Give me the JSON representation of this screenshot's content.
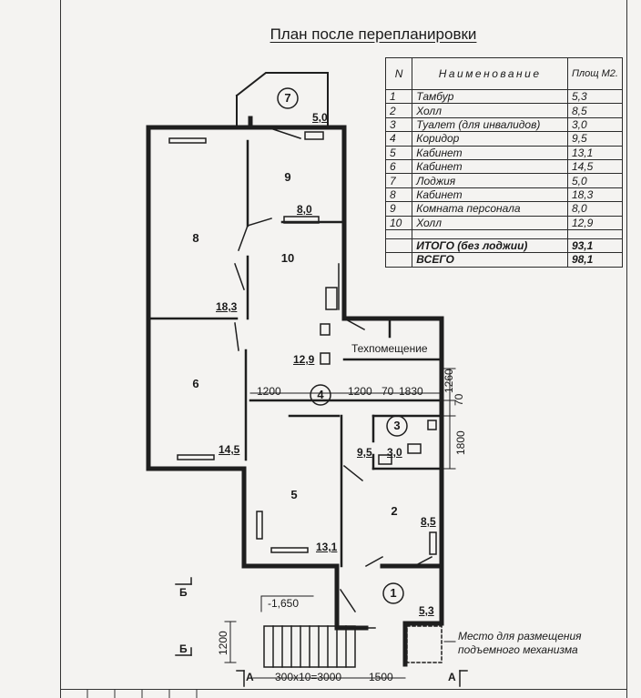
{
  "title": "План после перепланировки",
  "table": {
    "headers": {
      "n": "N",
      "name": "Наименование",
      "area": "Площ М2."
    },
    "rows": [
      {
        "n": "1",
        "name": "Тамбур",
        "area": "5,3"
      },
      {
        "n": "2",
        "name": "Холл",
        "area": "8,5"
      },
      {
        "n": "3",
        "name": "Туалет (для инвалидов)",
        "area": "3,0"
      },
      {
        "n": "4",
        "name": "Коридор",
        "area": "9,5"
      },
      {
        "n": "5",
        "name": "Кабинет",
        "area": "13,1"
      },
      {
        "n": "6",
        "name": "Кабинет",
        "area": "14,5"
      },
      {
        "n": "7",
        "name": "Лоджия",
        "area": "5,0"
      },
      {
        "n": "8",
        "name": "Кабинет",
        "area": "18,3"
      },
      {
        "n": "9",
        "name": "Комната персонала",
        "area": "8,0"
      },
      {
        "n": "10",
        "name": "Холл",
        "area": "12,9"
      }
    ],
    "total_no_loggia": {
      "label": "ИТОГО (без лоджии)",
      "area": "93,1"
    },
    "total": {
      "label": "ВСЕГО",
      "area": "98,1"
    }
  },
  "plan": {
    "room_numbers": [
      "7",
      "9",
      "8",
      "10",
      "6",
      "4",
      "3",
      "5",
      "2",
      "1"
    ],
    "area_labels": [
      "5,0",
      "8,0",
      "18,3",
      "12,9",
      "14,5",
      "9,5",
      "3,0",
      "13,1",
      "8,5",
      "5,3"
    ],
    "tech_room": "Техпомещение",
    "dimensions": {
      "corridor_left": "1200",
      "corridor_mid": "1200",
      "corridor_70": "70",
      "corridor_right": "1830",
      "right_vertical_top": "1260",
      "right_vertical_70": "70",
      "toilet_height": "1800",
      "level": "-1,650",
      "stair_height": "1200",
      "stair_run": "300х10=3000",
      "landing": "1500"
    },
    "section_marks": {
      "b": "Б",
      "a": "А"
    },
    "lift_note": "Место для размещения подъемного механизма"
  }
}
